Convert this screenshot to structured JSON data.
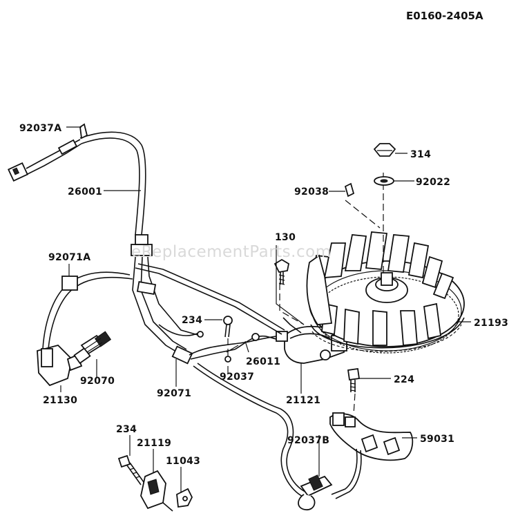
{
  "diagram_code": "E0160-2405A",
  "watermark": "eReplacementParts.com",
  "parts": {
    "p92037A": "92037A",
    "p26001": "26001",
    "p92071A": "92071A",
    "p21130": "21130",
    "p92070": "92070",
    "p234a": "234",
    "p92071": "92071",
    "p92037": "92037",
    "p26011": "26011",
    "p21121": "21121",
    "p130": "130",
    "p92038": "92038",
    "p314": "314",
    "p92022": "92022",
    "p21193": "21193",
    "p224": "224",
    "p59031": "59031",
    "p92037B": "92037B",
    "p234b": "234",
    "p21119": "21119",
    "p11043": "11043"
  }
}
